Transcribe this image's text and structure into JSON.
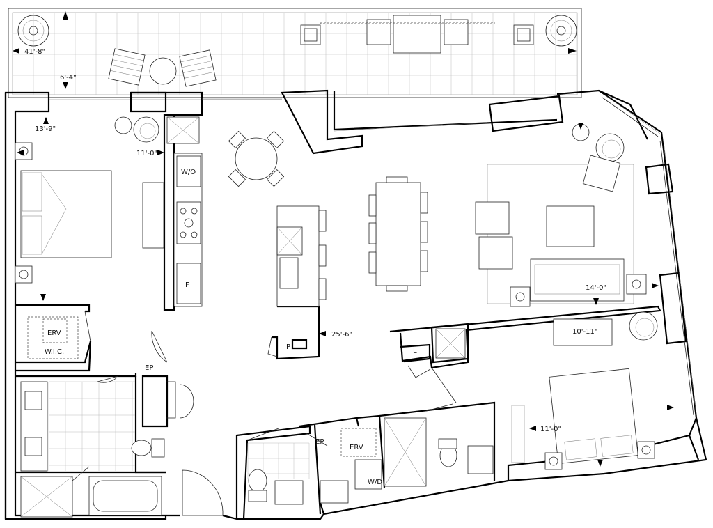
{
  "rooms": {
    "wic": "W.I.C.",
    "erv": "ERV",
    "erv2": "ERV",
    "ep1": "EP",
    "ep2": "EP",
    "wo": "W/O",
    "fridge": "F",
    "pantry": "P",
    "linen": "L",
    "wd": "W/D"
  },
  "dimensions": {
    "terrace_width": "41'-8\"",
    "terrace_depth": "6'-4\"",
    "bedroom_width": "13'-9\"",
    "bedroom_depth": "11'-0\"",
    "main_depth": "25'-6\"",
    "living_width": "14'-0\"",
    "second_width": "10'-11\"",
    "second_depth": "11'-0\""
  },
  "colors": {
    "wall": "#000000",
    "background": "#ffffff",
    "grid": "#bbbbbb"
  }
}
